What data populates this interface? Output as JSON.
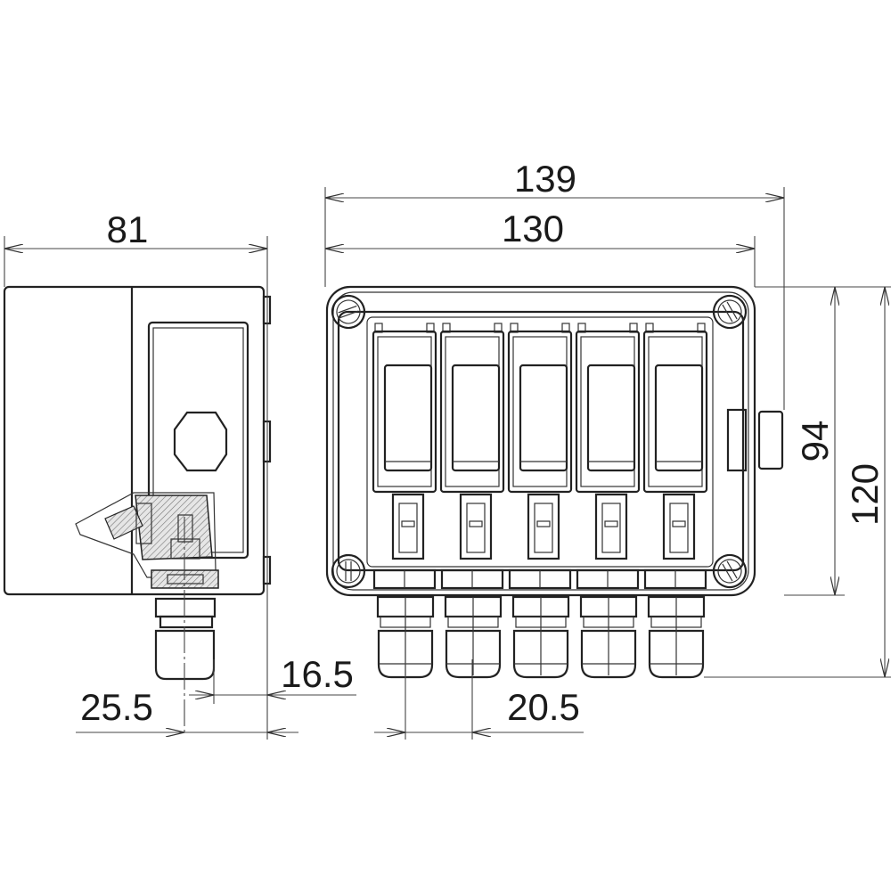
{
  "dimensions": {
    "side_width": "81",
    "total_width": "139",
    "body_width": "130",
    "body_height": "94",
    "total_height": "120",
    "gland_offset_side": "16.5",
    "gland_position_side": "25.5",
    "gland_pitch": "20.5"
  },
  "front_view": {
    "module_count": 5,
    "gland_count": 5
  },
  "colors": {
    "line": "#222222",
    "hatch": "#cfcfcf"
  }
}
